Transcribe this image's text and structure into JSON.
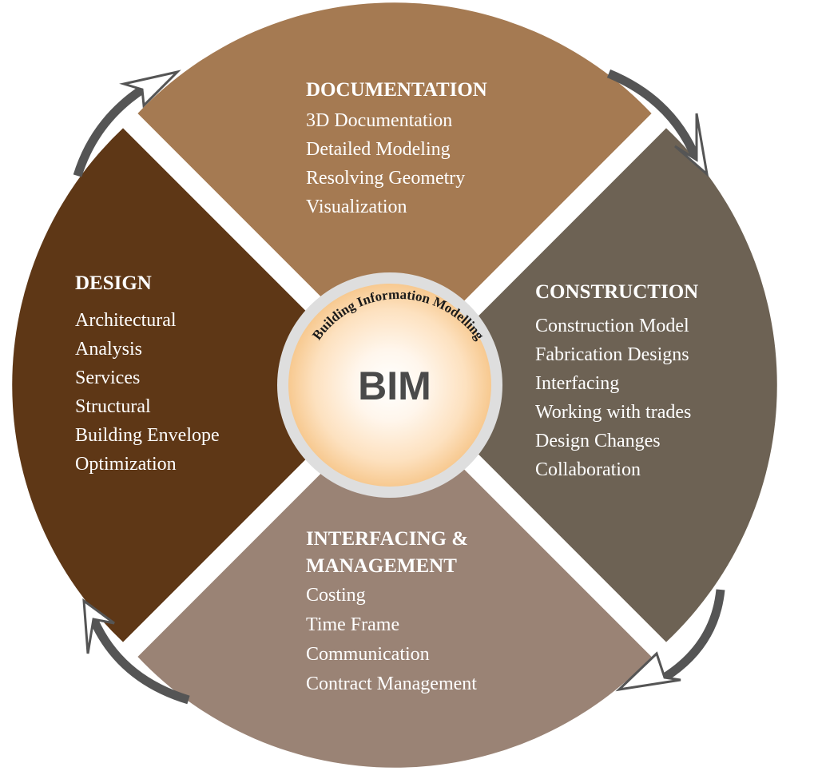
{
  "colors": {
    "documentation": "#a57a52",
    "construction": "#6d6254",
    "interfacing": "#9a8375",
    "design": "#5e3716",
    "arrow": "#555555",
    "center_ring": "#dcdcdc"
  },
  "center": {
    "title": "BIM",
    "arc_text": "Building Information Modelling"
  },
  "sections": {
    "documentation": {
      "title": [
        "DOCUMENTATION"
      ],
      "items": [
        "3D Documentation",
        "Detailed Modeling",
        "Resolving Geometry",
        "Visualization"
      ]
    },
    "construction": {
      "title": [
        "CONSTRUCTION"
      ],
      "items": [
        "Construction Model",
        "Fabrication Designs",
        "Interfacing",
        "Working with trades",
        "Design Changes",
        "Collaboration"
      ]
    },
    "interfacing": {
      "title": [
        "INTERFACING &",
        "MANAGEMENT"
      ],
      "items": [
        "Costing",
        "Time Frame",
        "Communication",
        "Contract Management"
      ]
    },
    "design": {
      "title": [
        "DESIGN"
      ],
      "items": [
        "Architectural",
        "Analysis",
        "Services",
        "Structural",
        "Building Envelope",
        "Optimization"
      ]
    }
  },
  "cycle_arrows": [
    "arrow-top-left",
    "arrow-top-right",
    "arrow-bottom-right",
    "arrow-bottom-left"
  ]
}
